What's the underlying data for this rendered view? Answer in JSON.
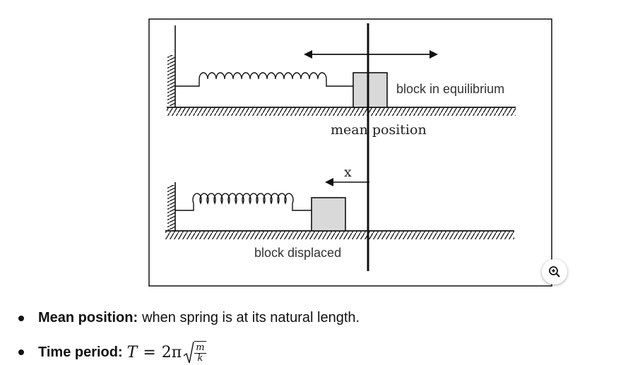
{
  "diagram": {
    "label_equilibrium": "block in equilibrium",
    "label_mean": "mean position",
    "label_x": "x",
    "label_displaced": "block displaced"
  },
  "zoom": {
    "icon": "zoom-in-icon"
  },
  "bullets": {
    "mean": {
      "term": "Mean position:",
      "text": "when spring is at its natural length."
    },
    "period": {
      "term": "Time period:",
      "T": "T",
      "eq": "=",
      "two_pi": "2π",
      "num": "m",
      "den": "k"
    }
  },
  "colors": {
    "block_fill": "#d9d9d9",
    "line": "#111111",
    "border": "#111111"
  }
}
